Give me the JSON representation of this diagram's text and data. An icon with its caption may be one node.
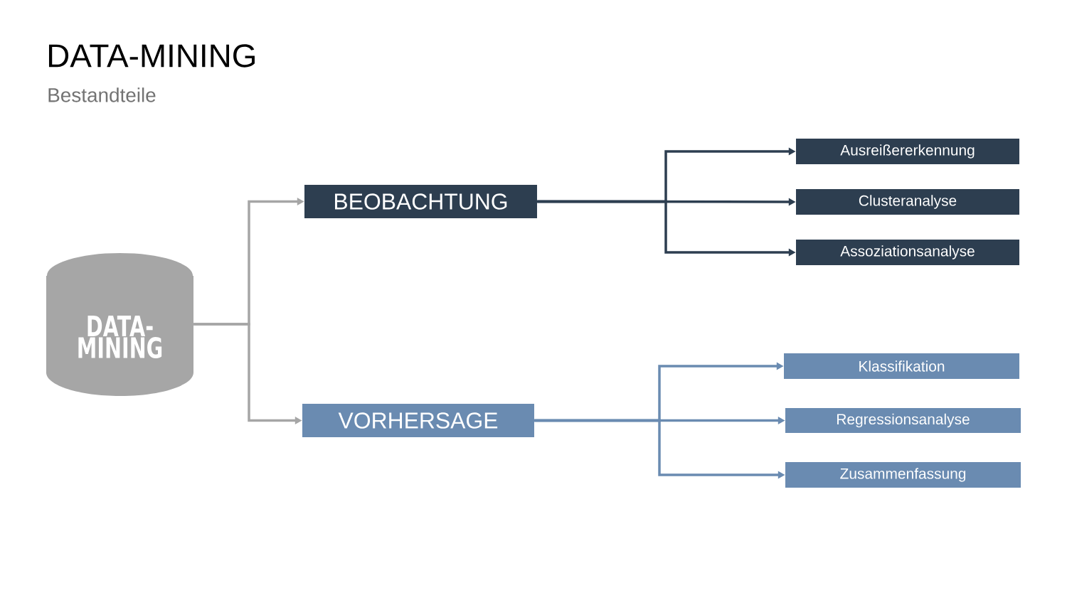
{
  "diagram": {
    "title": "DATA-MINING",
    "caption": "Bestandteile",
    "nodes": [
      {
        "text": [
          "DATA- MINING"
        ]
      },
      {
        "text": [
          "BEOBACHTUNG"
        ]
      },
      {
        "text": [
          "VORHERSAGE"
        ]
      },
      {
        "text": [
          "Ausreißererkennung"
        ]
      },
      {
        "text": [
          "Clusteranalyse"
        ]
      },
      {
        "text": [
          "Assoziationsanalyse"
        ]
      },
      {
        "text": [
          "Klassifikation"
        ]
      },
      {
        "text": [
          "Regressionsanalyse"
        ]
      },
      {
        "text": [
          "Zusammenfassung"
        ]
      }
    ],
    "edges": [
      {
        "from": 0,
        "to": 1,
        "arrow": "to",
        "color": "#a6a6a6"
      },
      {
        "from": 0,
        "to": 2,
        "arrow": "to",
        "color": "#a6a6a6"
      },
      {
        "from": 1,
        "to": 3,
        "arrow": "to",
        "color": "#2d3e50"
      },
      {
        "from": 1,
        "to": 4,
        "arrow": "to",
        "color": "#2d3e50"
      },
      {
        "from": 1,
        "to": 5,
        "arrow": "to",
        "color": "#2d3e50"
      },
      {
        "from": 2,
        "to": 6,
        "arrow": "to",
        "color": "#6a8bb1"
      },
      {
        "from": 2,
        "to": 7,
        "arrow": "to",
        "color": "#6a8bb1"
      },
      {
        "from": 2,
        "to": 8,
        "arrow": "to",
        "color": "#6a8bb1"
      }
    ]
  }
}
